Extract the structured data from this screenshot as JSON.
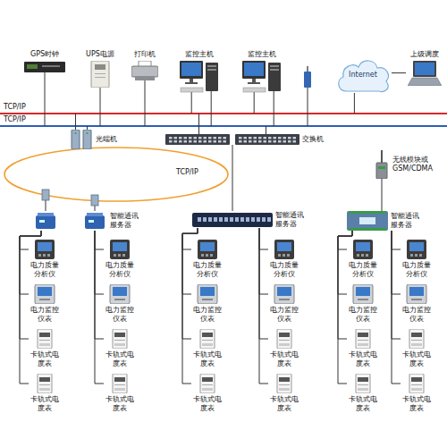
{
  "diagram": {
    "nodes": [
      {
        "text": [
          "GPS时钟"
        ]
      },
      {
        "text": [
          "UPS电源"
        ]
      },
      {
        "text": [
          "打印机"
        ]
      },
      {
        "text": [
          "监控主机"
        ]
      },
      {
        "text": [
          "监控主机"
        ]
      },
      {
        "text": [
          "Internet"
        ]
      },
      {
        "text": [
          "上级调度"
        ]
      },
      {
        "text": [
          "光端机"
        ]
      },
      {
        "text": [
          "交换机"
        ]
      },
      {
        "text": [
          "智能通讯服务器"
        ]
      },
      {
        "text": [
          "智能通讯服务器"
        ]
      },
      {
        "text": [
          "无线模块或GSM/CDMA"
        ]
      },
      {
        "text": [
          "智能通讯服务器"
        ]
      },
      {
        "text": [
          "电力质量分析仪"
        ]
      },
      {
        "text": [
          "电力监控仪表"
        ]
      },
      {
        "text": [
          "卡轨式电度表"
        ]
      },
      {
        "text": [
          "卡轨式电度表"
        ]
      },
      {
        "text": [
          "电力质量分析仪"
        ]
      },
      {
        "text": [
          "电力监控仪表"
        ]
      },
      {
        "text": [
          "卡轨式电度表"
        ]
      },
      {
        "text": [
          "卡轨式电度表"
        ]
      },
      {
        "text": [
          "电力质量分析仪"
        ]
      },
      {
        "text": [
          "电力监控仪表"
        ]
      },
      {
        "text": [
          "卡轨式电度表"
        ]
      },
      {
        "text": [
          "卡轨式电度表"
        ]
      },
      {
        "text": [
          "电力质量分析仪"
        ]
      },
      {
        "text": [
          "电力监控仪表"
        ]
      },
      {
        "text": [
          "卡轨式电度表"
        ]
      },
      {
        "text": [
          "卡轨式电度表"
        ]
      },
      {
        "text": [
          "电力质量分析仪"
        ]
      },
      {
        "text": [
          "电力监控仪表"
        ]
      },
      {
        "text": [
          "卡轨式电度表"
        ]
      },
      {
        "text": [
          "卡轨式电度表"
        ]
      },
      {
        "text": [
          "电力质量分析仪"
        ]
      },
      {
        "text": [
          "电力监控仪表"
        ]
      },
      {
        "text": [
          "卡轨式电度表"
        ]
      },
      {
        "text": [
          "卡轨式电度表"
        ]
      }
    ],
    "edges": [
      {
        "from": 5,
        "to": 6,
        "arrow": "none"
      },
      {
        "from": 8,
        "to": 10,
        "arrow": "none"
      },
      {
        "from": 11,
        "to": 12,
        "arrow": "none"
      },
      {
        "from": 9,
        "to": 13,
        "arrow": "none"
      },
      {
        "from": 9,
        "to": 14,
        "arrow": "none"
      },
      {
        "from": 9,
        "to": 15,
        "arrow": "none"
      },
      {
        "from": 9,
        "to": 16,
        "arrow": "none"
      },
      {
        "from": 9,
        "to": 17,
        "arrow": "none"
      },
      {
        "from": 9,
        "to": 18,
        "arrow": "none"
      },
      {
        "from": 9,
        "to": 19,
        "arrow": "none"
      },
      {
        "from": 9,
        "to": 20,
        "arrow": "none"
      },
      {
        "from": 10,
        "to": 21,
        "arrow": "none"
      },
      {
        "from": 10,
        "to": 22,
        "arrow": "none"
      },
      {
        "from": 10,
        "to": 23,
        "arrow": "none"
      },
      {
        "from": 10,
        "to": 24,
        "arrow": "none"
      },
      {
        "from": 10,
        "to": 25,
        "arrow": "none"
      },
      {
        "from": 10,
        "to": 26,
        "arrow": "none"
      },
      {
        "from": 10,
        "to": 27,
        "arrow": "none"
      },
      {
        "from": 10,
        "to": 28,
        "arrow": "none"
      },
      {
        "from": 12,
        "to": 29,
        "arrow": "none"
      },
      {
        "from": 12,
        "to": 30,
        "arrow": "none"
      },
      {
        "from": 12,
        "to": 31,
        "arrow": "none"
      },
      {
        "from": 12,
        "to": 32,
        "arrow": "none"
      },
      {
        "from": 12,
        "to": 33,
        "arrow": "none"
      },
      {
        "from": 12,
        "to": 34,
        "arrow": "none"
      },
      {
        "from": 12,
        "to": 35,
        "arrow": "none"
      },
      {
        "from": 12,
        "to": 36,
        "arrow": "none"
      }
    ],
    "labels": [
      "TCP/IP",
      "TCP/IP",
      "TCP/IP"
    ]
  }
}
